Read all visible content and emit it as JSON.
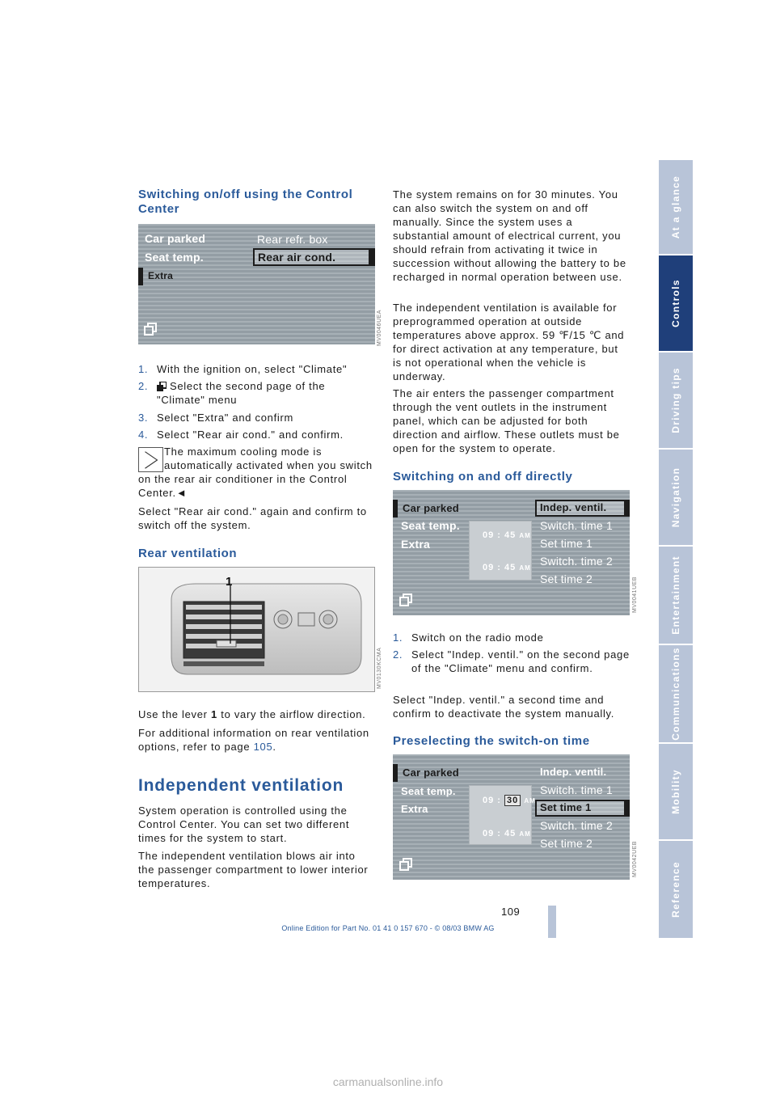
{
  "left": {
    "h_switch": "Switching on/off using the Control Center",
    "fig1": {
      "menu": [
        "Car parked",
        "Seat temp.",
        "Extra"
      ],
      "right": [
        "Rear refr. box",
        "Rear air cond."
      ],
      "code": "MV0046UEA"
    },
    "steps": [
      {
        "n": "1.",
        "t": "With the ignition on, select \"Climate\""
      },
      {
        "n": "2.",
        "t": "Select the second page of the \"Climate\" menu"
      },
      {
        "n": "3.",
        "t": "Select \"Extra\" and confirm"
      },
      {
        "n": "4.",
        "t": "Select \"Rear air cond.\" and confirm."
      }
    ],
    "note": "The maximum cooling mode is automatically activated when you switch on the rear air conditioner in the Control Center.",
    "note_end": "◄",
    "p_off": "Select \"Rear air cond.\" again and confirm to switch off the system.",
    "h_rear": "Rear ventilation",
    "fig2": {
      "label": "1",
      "code": "MV0130KCMA"
    },
    "p_lever_a": "Use the lever ",
    "p_lever_b": "1",
    "p_lever_c": " to vary the airflow direction.",
    "p_more_a": "For additional information on rear ventilation options, refer to page ",
    "p_more_link": "105",
    "p_more_c": ".",
    "h_indep": "Independent ventilation",
    "p_sys": "System operation is controlled using the Control Center. You can set two different times for the system to start.",
    "p_blows": "The independent ventilation blows air into the passenger compartment to lower interior temperatures."
  },
  "right": {
    "p_remains": "The system remains on for 30 minutes. You can also switch the system on and off manually. Since the system uses a substantial amount of electrical current, you should refrain from activating it twice in succession without allowing the battery to be recharged in normal operation between use.",
    "p_avail": "The independent ventilation is available for preprogrammed operation at outside temperatures above approx. 59 ℉/15 ℃ and for direct activation at any temperature, but is not operational when the vehicle is underway.",
    "p_air": "The air enters the passenger compartment through the vent outlets in the instrument panel, which can be adjusted for both direction and airflow. These outlets must be open for the system to operate.",
    "h_direct": "Switching on and off directly",
    "fig3": {
      "menu": [
        "Car parked",
        "Seat temp.",
        "Extra"
      ],
      "right": [
        "Indep. ventil.",
        "Switch. time 1",
        "Set time 1",
        "Switch. time 2",
        "Set time 2"
      ],
      "clock1": "09 : 45",
      "clock2": "09 : 45",
      "am": "AM",
      "code": "MV0041UEB"
    },
    "steps": [
      {
        "n": "1.",
        "t": "Switch on the radio mode"
      },
      {
        "n": "2.",
        "t": "Select \"Indep. ventil.\" on the second page of the \"Climate\" menu and confirm."
      }
    ],
    "p_second": "Select \"Indep. ventil.\" a second time and confirm to deactivate the system manually.",
    "h_preselect": "Preselecting the switch-on time",
    "fig4": {
      "menu": [
        "Car parked",
        "Seat temp.",
        "Extra"
      ],
      "right": [
        "Indep. ventil.",
        "Switch. time 1",
        "Set time 1",
        "Switch. time 2",
        "Set time 2"
      ],
      "clock1_h": "09 :",
      "clock1_m": "30",
      "clock2": "09 : 45",
      "am": "AM",
      "code": "MV0042UEB"
    }
  },
  "nav": [
    "At a glance",
    "Controls",
    "Driving tips",
    "Navigation",
    "Entertainment",
    "Communications",
    "Mobility",
    "Reference"
  ],
  "page_number": "109",
  "footer": "Online Edition for Part No. 01 41 0 157 670 - © 08/03 BMW AG",
  "watermark": "carmanualsonline.info",
  "colors": {
    "heading": "#2a5a9a",
    "nav_active": "#1f3f7a",
    "nav": "#b8c4d8"
  }
}
